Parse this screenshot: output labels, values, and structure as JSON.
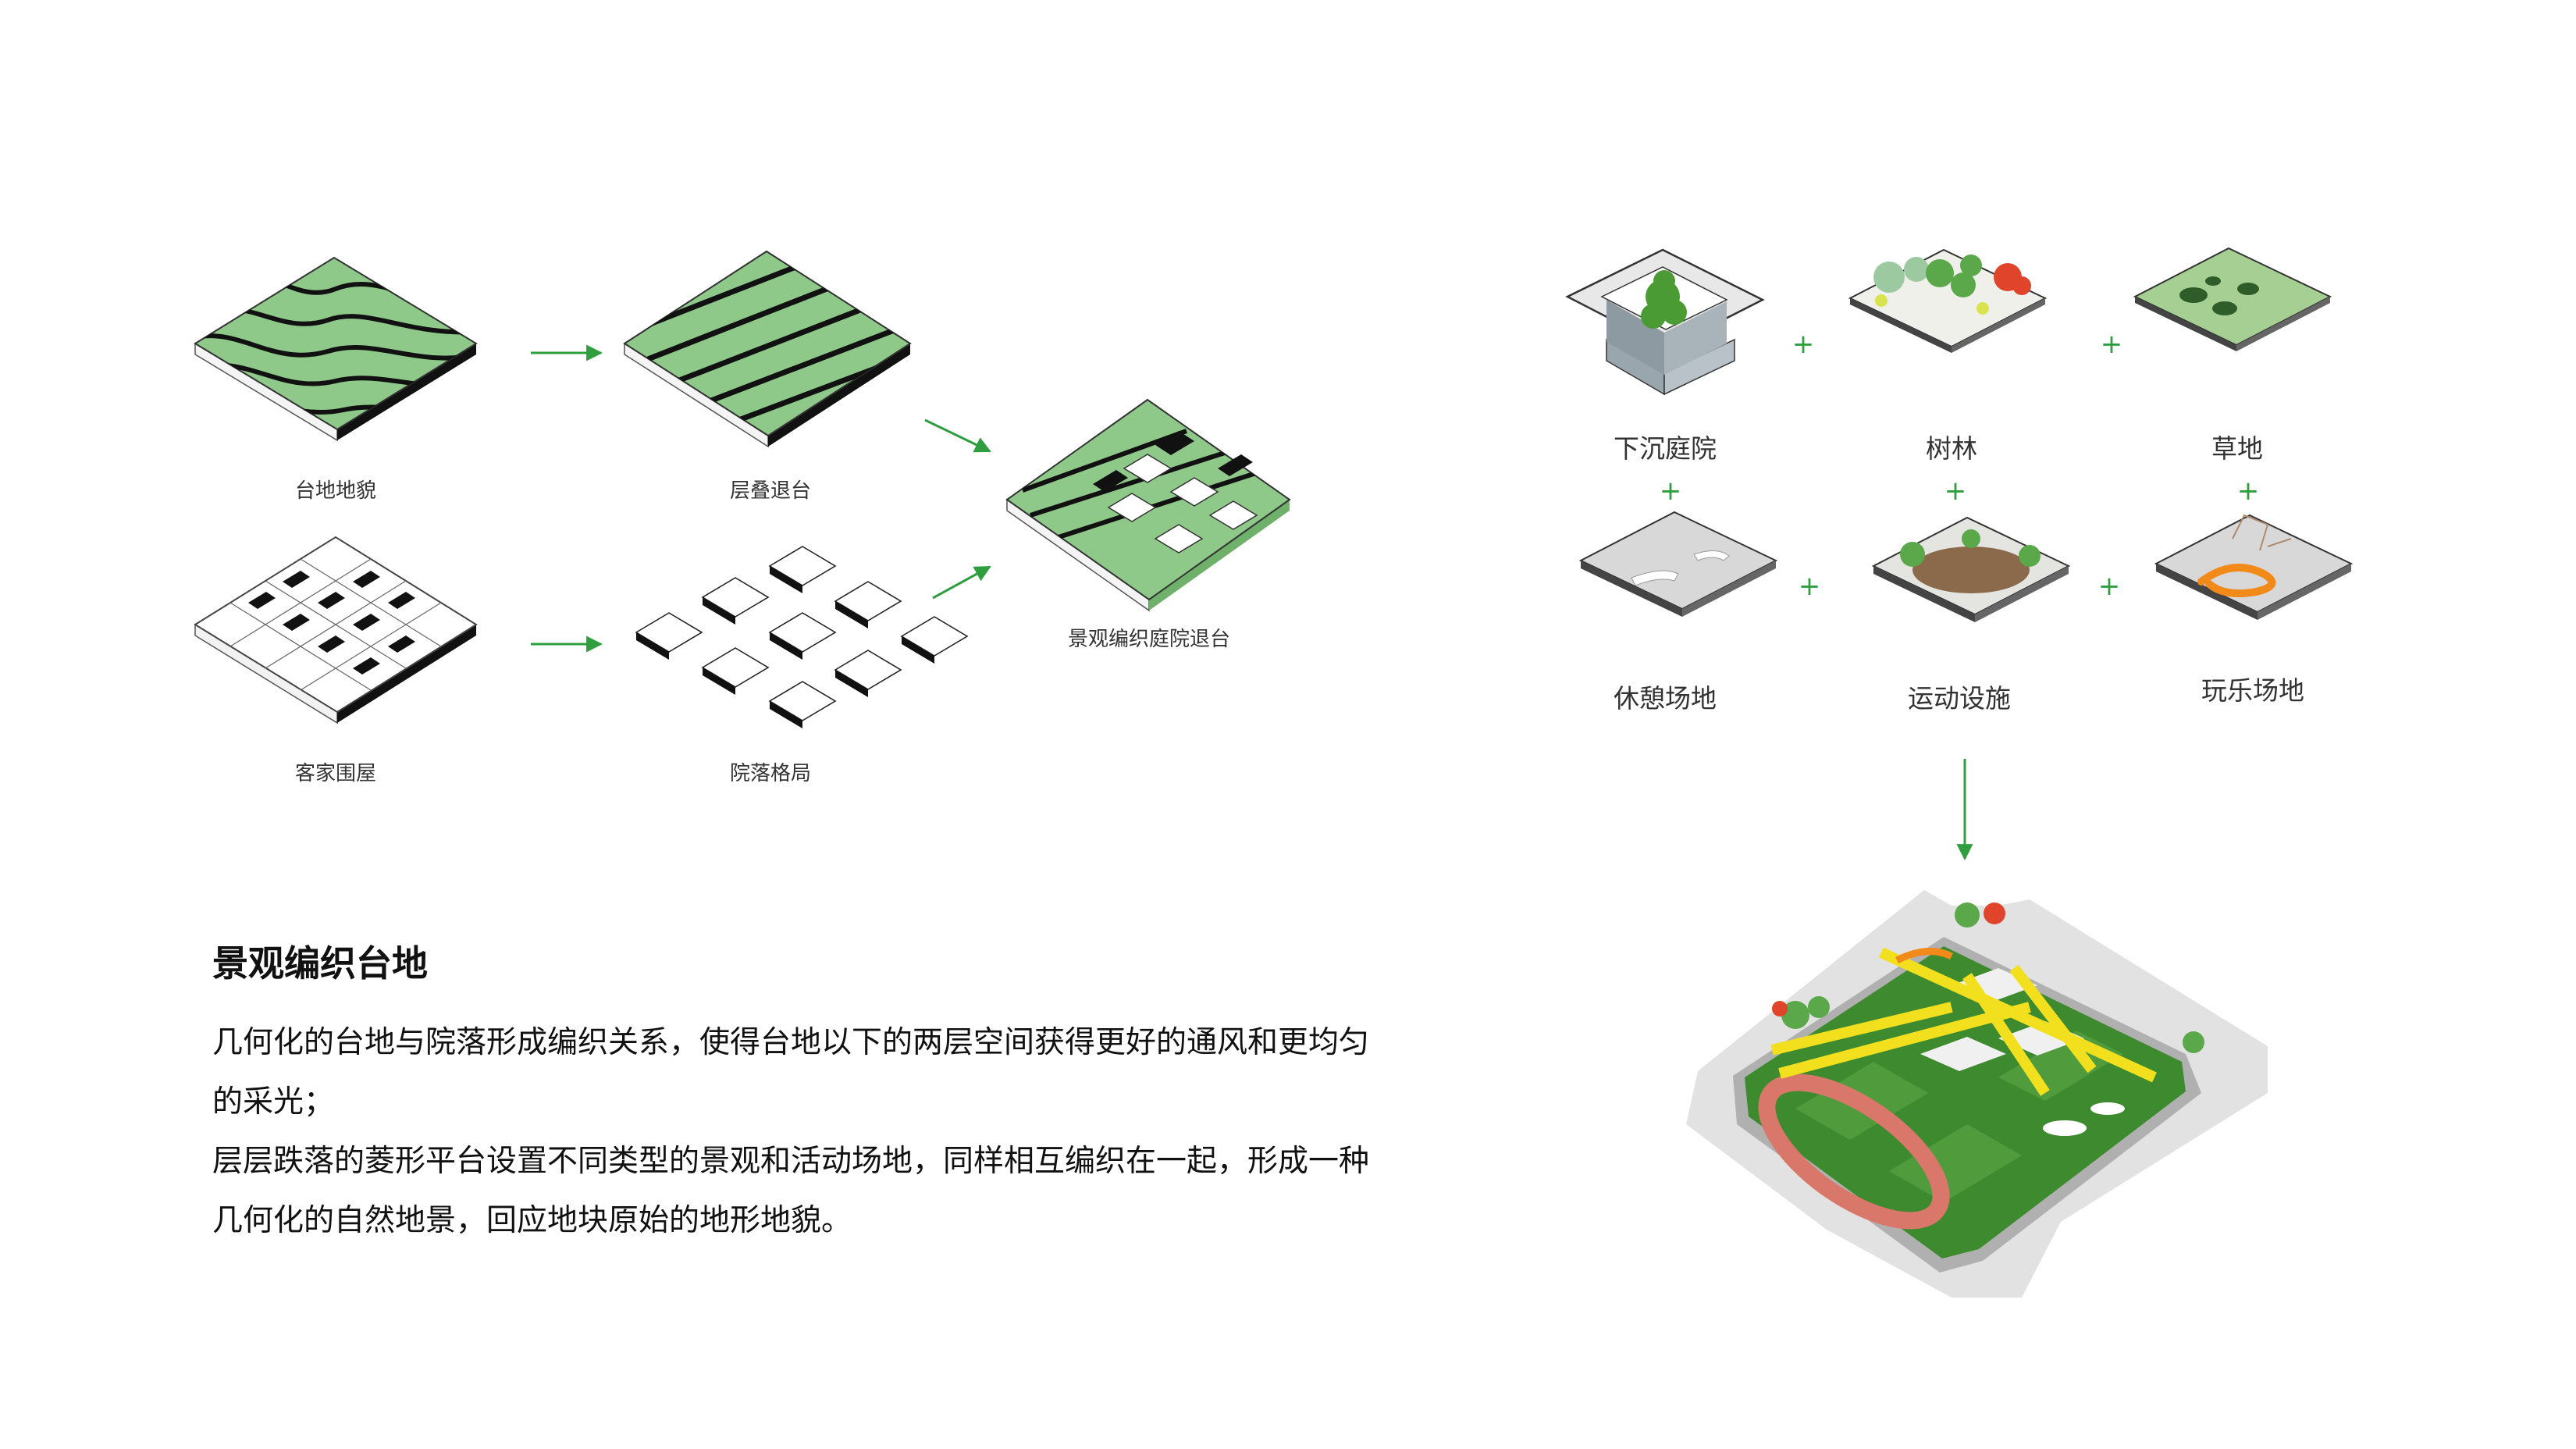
{
  "colors": {
    "accent_green": "#2e9e3e",
    "terrain_green": "#8fc98a",
    "grass_dark": "#3e8a2e",
    "track_red": "#d9776a",
    "path_yellow": "#f2e01f",
    "paving_grey": "#d4d4d4"
  },
  "left_diagram": {
    "labels": {
      "terrace_terrain": "台地地貌",
      "stacked_terrace": "层叠退台",
      "hakka_house": "客家围屋",
      "courtyard_pattern": "院落格局",
      "woven_terrace": "景观编织庭院退台"
    }
  },
  "right_diagram": {
    "labels": {
      "sunken_courtyard": "下沉庭院",
      "woods": "树林",
      "lawn": "草地",
      "rest_area": "休憩场地",
      "sports_facility": "运动设施",
      "play_area": "玩乐场地"
    },
    "plus_symbol": "+"
  },
  "text": {
    "title": "景观编织台地",
    "paragraph_1": "几何化的台地与院落形成编织关系，使得台地以下的两层空间获得更好的通风和更均匀的采光；",
    "paragraph_2": "层层跌落的菱形平台设置不同类型的景观和活动场地，同样相互编织在一起，形成一种几何化的自然地景，回应地块原始的地形地貌。"
  }
}
